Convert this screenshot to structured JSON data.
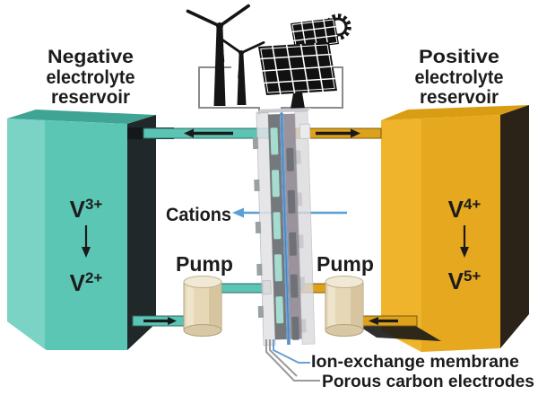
{
  "labels": {
    "negative_reservoir": {
      "line1": "Negative",
      "line2": "electrolyte",
      "line3": "reservoir"
    },
    "positive_reservoir": {
      "line1": "Positive",
      "line2": "electrolyte",
      "line3": "reservoir"
    },
    "cations": "Cations",
    "pump_left": "Pump",
    "pump_right": "Pump",
    "ion_exchange_membrane": "Ion-exchange membrane",
    "porous_carbon_electrodes": "Porous carbon electrodes"
  },
  "species": {
    "negative": {
      "from_base": "V",
      "from_sup": "3+",
      "to_base": "V",
      "to_sup": "2+"
    },
    "positive": {
      "from_base": "V",
      "from_sup": "4+",
      "to_base": "V",
      "to_sup": "5+"
    }
  },
  "icons": {
    "wind_turbine": "wind-turbine-icon",
    "solar_panel": "solar-panel-icon",
    "sun": "sun-icon"
  },
  "colors": {
    "teal_front": "#5cc6b5",
    "teal_light": "#7ad3c4",
    "teal_top": "#3fa493",
    "tank_dark_left": "#20282a",
    "yellow_front": "#e6a81f",
    "yellow_light": "#efb42c",
    "yellow_top": "#d99d14",
    "tank_dark_right": "#2b2317",
    "pipe_teal": "#5cc4b4",
    "pipe_yellow": "#dda11c",
    "membrane_blue": "#6aa0d6",
    "cation_blue": "#5b9fd4",
    "pump_body": "#e6d8b6",
    "wire_gray": "#8b8b8b",
    "text": "#1c1c1c"
  }
}
